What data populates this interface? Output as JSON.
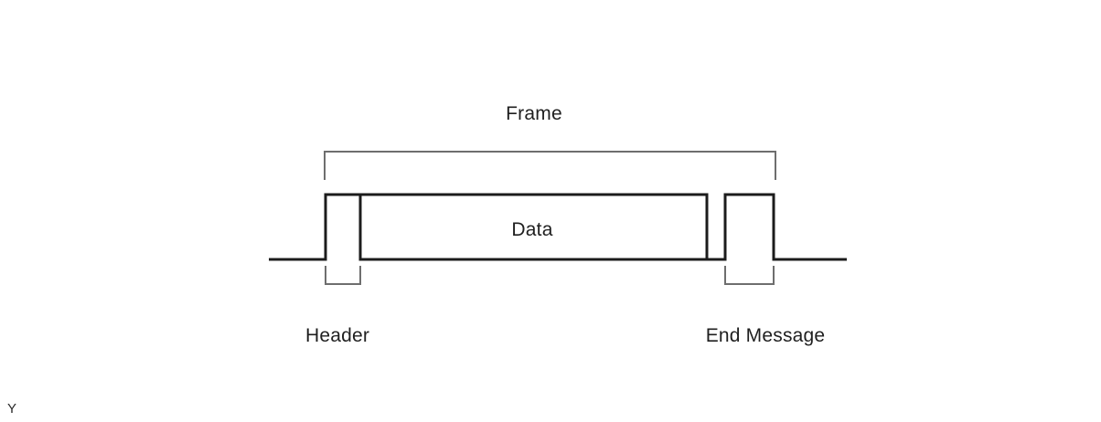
{
  "figure": {
    "type": "frame-structure-timing-diagram",
    "labels": {
      "frame": "Frame",
      "data": "Data",
      "header": "Header",
      "end_message": "End Message",
      "corner": "Y"
    },
    "structure": {
      "frame_contains": [
        "Header",
        "Data",
        "End Message"
      ]
    },
    "colors": {
      "background": "#ffffff",
      "signal_line": "#1c1c1c",
      "bracket_line": "#6e6e6e",
      "text": "#1f1f1f"
    }
  }
}
